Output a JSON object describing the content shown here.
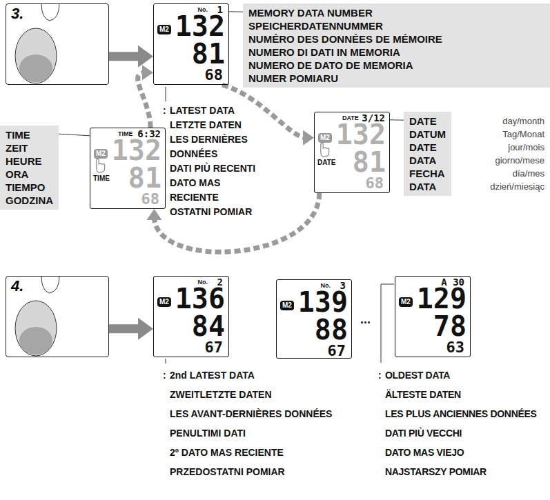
{
  "diagram": {
    "nodes": [
      {
        "text": [
          "3."
        ]
      },
      {
        "text": [
          "No.",
          "1",
          "M2",
          "132",
          "81",
          "68"
        ]
      },
      {
        "text": [
          "MEMORY DATA NUMBER",
          "SPEICHERDATENNUMMER",
          "NUMÉRO DES DONNÉES DE MÉMOIRE",
          "NUMERO DI DATI IN MEMORIA",
          "NUMERO DE DATO DE MEMORIA",
          "NUMER POMIARU"
        ]
      },
      {
        "text": [
          "DATE",
          "3/12",
          "M2",
          "DATE",
          "132",
          "81",
          "68"
        ]
      },
      {
        "text": [
          "DATE",
          "DATUM",
          "DATE",
          "DATA",
          "FECHA",
          "DATA"
        ]
      },
      {
        "text": [
          "TIME",
          "6:32",
          "M2",
          "TIME",
          "132",
          "81",
          "68"
        ]
      },
      {
        "text": [
          "TIME",
          "ZEIT",
          "HEURE",
          "ORA",
          "TIEMPO",
          "GODZINA"
        ]
      },
      {
        "text": [
          "4."
        ]
      },
      {
        "text": [
          "No.",
          "2",
          "M2",
          "136",
          "84",
          "67"
        ]
      },
      {
        "text": [
          "No.",
          "3",
          "M2",
          "139",
          "88",
          "67"
        ]
      },
      {
        "text": [
          "A 30",
          "M2",
          "129",
          "78",
          "63"
        ]
      }
    ],
    "edges": [
      {
        "from": 0,
        "to": 1,
        "arrow": "to"
      },
      {
        "from": 1,
        "to": 3,
        "arrow": "to"
      },
      {
        "from": 3,
        "to": 5,
        "arrow": "to"
      },
      {
        "from": 5,
        "to": 1,
        "arrow": "to"
      },
      {
        "from": 1,
        "to": 2,
        "arrow": "none"
      },
      {
        "from": 3,
        "to": 4,
        "arrow": "none"
      },
      {
        "from": 5,
        "to": 6,
        "arrow": "none"
      },
      {
        "from": 7,
        "to": 8,
        "arrow": "to"
      }
    ],
    "labels": [
      ":",
      "LATEST DATA",
      "LETZTE DATEN",
      "LES DERNIÈRES DONNÉES",
      "DATI PIÙ RECENTI",
      "DATO MAS RECIENTE",
      "OSTATNI POMIAR",
      "day/month",
      "Tag/Monat",
      "jour/mois",
      "giorno/mese",
      "día/mes",
      "dzień/miesiąc",
      ":",
      "2nd LATEST DATA",
      "ZWEITLETZTE DATEN",
      "LES AVANT-DERNIÈRES DONNÉES",
      "PENULTIMI DATI",
      "2º DATO MAS RECIENTE",
      "PRZEDOSTATNI POMIAR",
      "...",
      ":",
      "OLDEST DATA",
      "ÄLTESTE DATEN",
      "LES PLUS ANCIENNES DONNÉES",
      "DATI PIÙ VECCHI",
      "DATO MAS VIEJO",
      "NAJSTARSZY POMIAR"
    ]
  }
}
